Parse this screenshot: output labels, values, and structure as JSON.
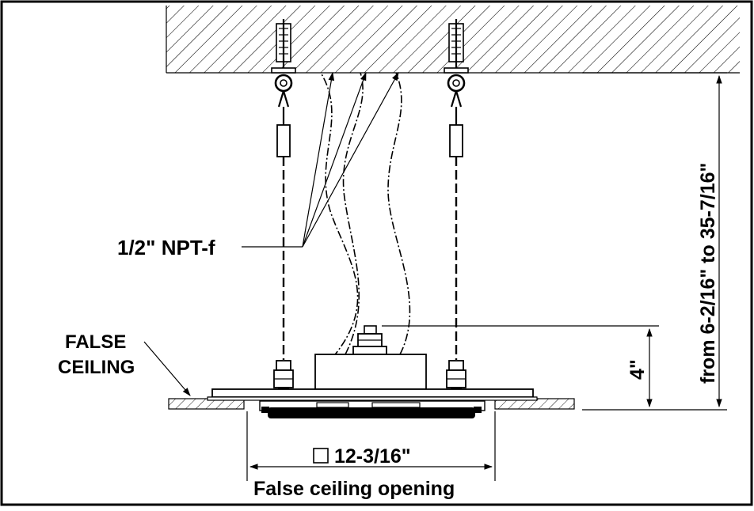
{
  "labels": {
    "npt": "1/2\" NPT-f",
    "false_ceiling_line1": "FALSE",
    "false_ceiling_line2": "CEILING",
    "height_range": "from 6-2/16\" to 35-7/16\"",
    "height_4": "4\"",
    "opening_size": "12-3/16\"",
    "opening_caption": "False ceiling opening"
  },
  "icons": {
    "square_symbol": "square-icon"
  },
  "colors": {
    "line": "#000000",
    "background": "#ffffff"
  }
}
